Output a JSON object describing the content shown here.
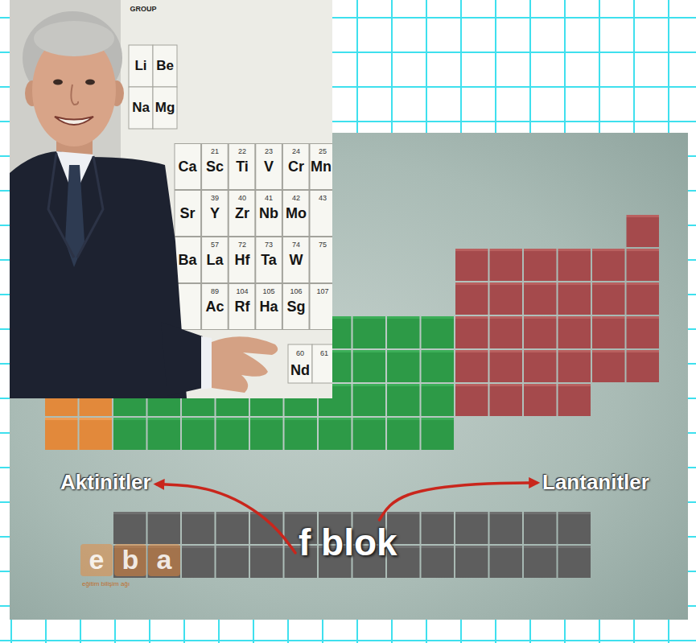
{
  "diagram": {
    "nodes": [
      {
        "text": [
          "Aktinitler"
        ]
      },
      {
        "text": [
          "Lantanitler"
        ]
      },
      {
        "text": [
          "f blok"
        ]
      }
    ],
    "edges": [
      {
        "from": 2,
        "to": 0,
        "arrow": "to"
      },
      {
        "from": 2,
        "to": 1,
        "arrow": "to"
      }
    ],
    "labels": [
      "GROUP",
      "Li",
      "Be",
      "Na",
      "Mg",
      "21",
      "22",
      "23",
      "24",
      "25",
      "Ca",
      "Sc",
      "Ti",
      "V",
      "Cr",
      "Mn",
      "39",
      "40",
      "41",
      "42",
      "43",
      "Sr",
      "Y",
      "Zr",
      "Nb",
      "Mo",
      "57",
      "72",
      "73",
      "74",
      "75",
      "Ba",
      "La",
      "Hf",
      "Ta",
      "W",
      "89",
      "104",
      "105",
      "106",
      "107",
      "Ac",
      "Rf",
      "Ha",
      "Sg",
      "60",
      "61",
      "Nd",
      "eba",
      "eğitim bilişim ağı"
    ]
  }
}
